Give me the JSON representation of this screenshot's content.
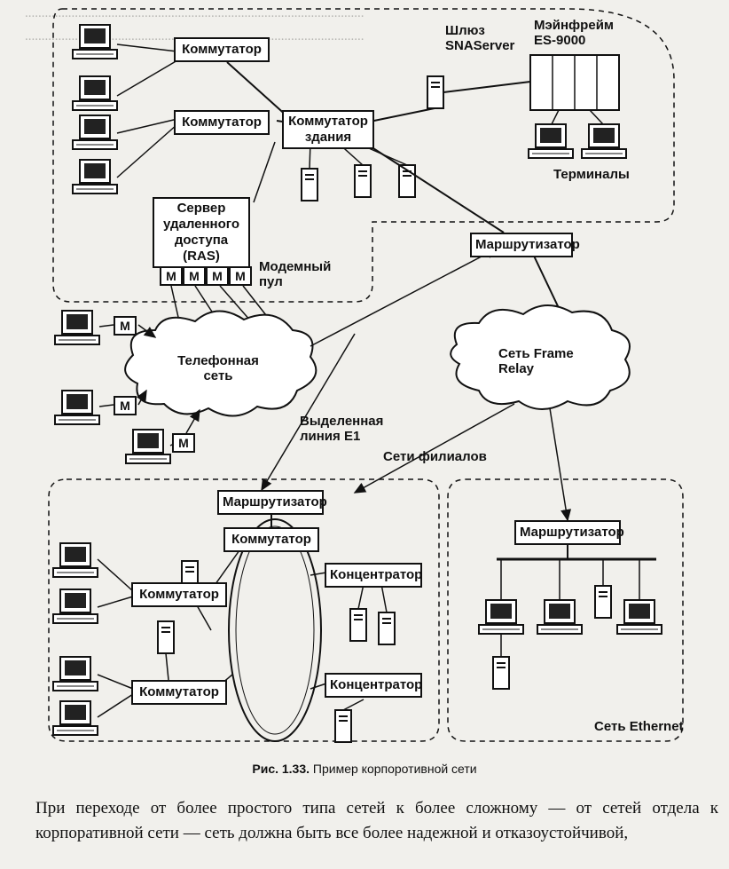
{
  "labels": {
    "switch": "Коммутатор",
    "building_switch": "Коммутатор здания",
    "gateway": "Шлюз SNAServer",
    "mainframe": "Мэйнфрейм ES-9000",
    "terminals": "Терминалы",
    "ras": "Сервер удаленного доступа (RAS)",
    "modem": "M",
    "modem_pool": "Модемный пул",
    "router": "Маршрутизатор",
    "phone_net": "Телефонная сеть",
    "frame_relay": "Сеть Frame Relay",
    "leased_line": "Выделенная линия E1",
    "branch_nets": "Сети филиалов",
    "hub": "Концентратор",
    "ethernet": "Сеть Ethernet"
  },
  "caption": {
    "number": "Рис. 1.33.",
    "text": "Пример корпоротивной сети"
  },
  "paragraph": "При переходе от более простого типа сетей к более сложному — от сетей отдела к корпоративной сети — сеть должна быть все более надежной и отказоустойчивой,"
}
